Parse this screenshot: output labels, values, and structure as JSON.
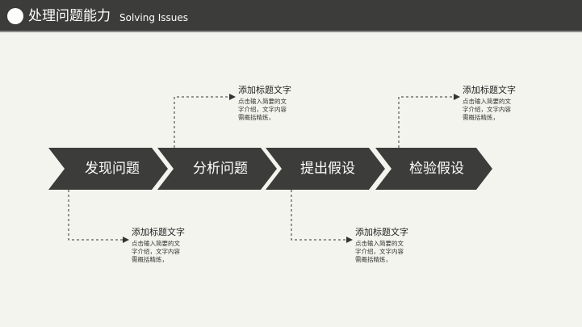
{
  "header": {
    "title": "处理问题能力",
    "subtitle": "Solving Issues"
  },
  "colors": {
    "header_bg": "#3c3c3b",
    "chevron_fill": "#3c3c3b",
    "background": "#f4f4ef",
    "connector": "#333333"
  },
  "steps": [
    {
      "label": "发现问题"
    },
    {
      "label": "分析问题"
    },
    {
      "label": "提出假设"
    },
    {
      "label": "检验假设"
    }
  ],
  "notes": [
    {
      "title": "添加标题文字",
      "lines": [
        "点击输入简要的文",
        "字介绍，文字内容",
        "需概括精炼，"
      ]
    },
    {
      "title": "添加标题文字",
      "lines": [
        "点击输入简要的文",
        "字介绍，文字内容",
        "需概括精炼，"
      ]
    },
    {
      "title": "添加标题文字",
      "lines": [
        "点击输入简要的文",
        "字介绍，文字内容",
        "需概括精炼，"
      ]
    },
    {
      "title": "添加标题文字",
      "lines": [
        "点击输入简要的文",
        "字介绍，文字内容",
        "需概括精炼，"
      ]
    }
  ]
}
